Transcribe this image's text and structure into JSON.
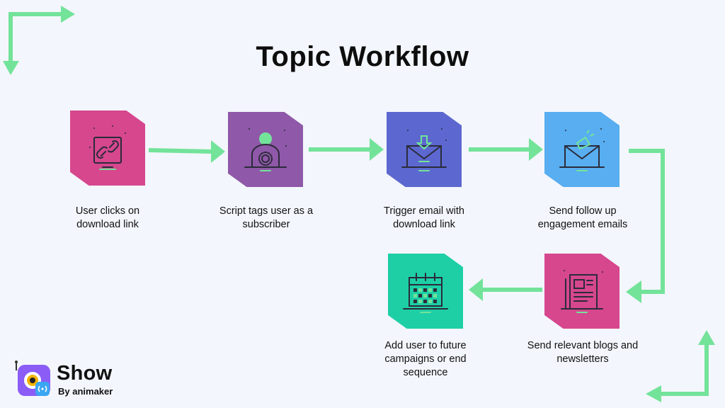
{
  "title": "Topic Workflow",
  "steps": [
    {
      "label_line1": "User clicks on",
      "label_line2": "download link",
      "icon": "link-icon",
      "color": "#d6478e"
    },
    {
      "label_line1": "Script tags user as a",
      "label_line2": "subscriber",
      "icon": "user-gear-icon",
      "color": "#8f58a8"
    },
    {
      "label_line1": "Trigger email with",
      "label_line2": "download link",
      "icon": "download-email-icon",
      "color": "#5c68d0"
    },
    {
      "label_line1": "Send follow up",
      "label_line2": "engagement emails",
      "icon": "email-megaphone-icon",
      "color": "#58aef0"
    },
    {
      "label_line1": "Send relevant blogs and",
      "label_line2": "newsletters",
      "icon": "newsletter-icon",
      "color": "#d6478e"
    },
    {
      "label_line1": "Add user to future",
      "label_line2": "campaigns or end",
      "label_line3": "sequence",
      "icon": "calendar-icon",
      "color": "#1ecfa6"
    }
  ],
  "colors": {
    "arrow": "#73e39a",
    "background": "#f3f6fc",
    "icon_line": "#2b2b3a"
  },
  "logo": {
    "word": "Show",
    "sub": "By animaker"
  }
}
